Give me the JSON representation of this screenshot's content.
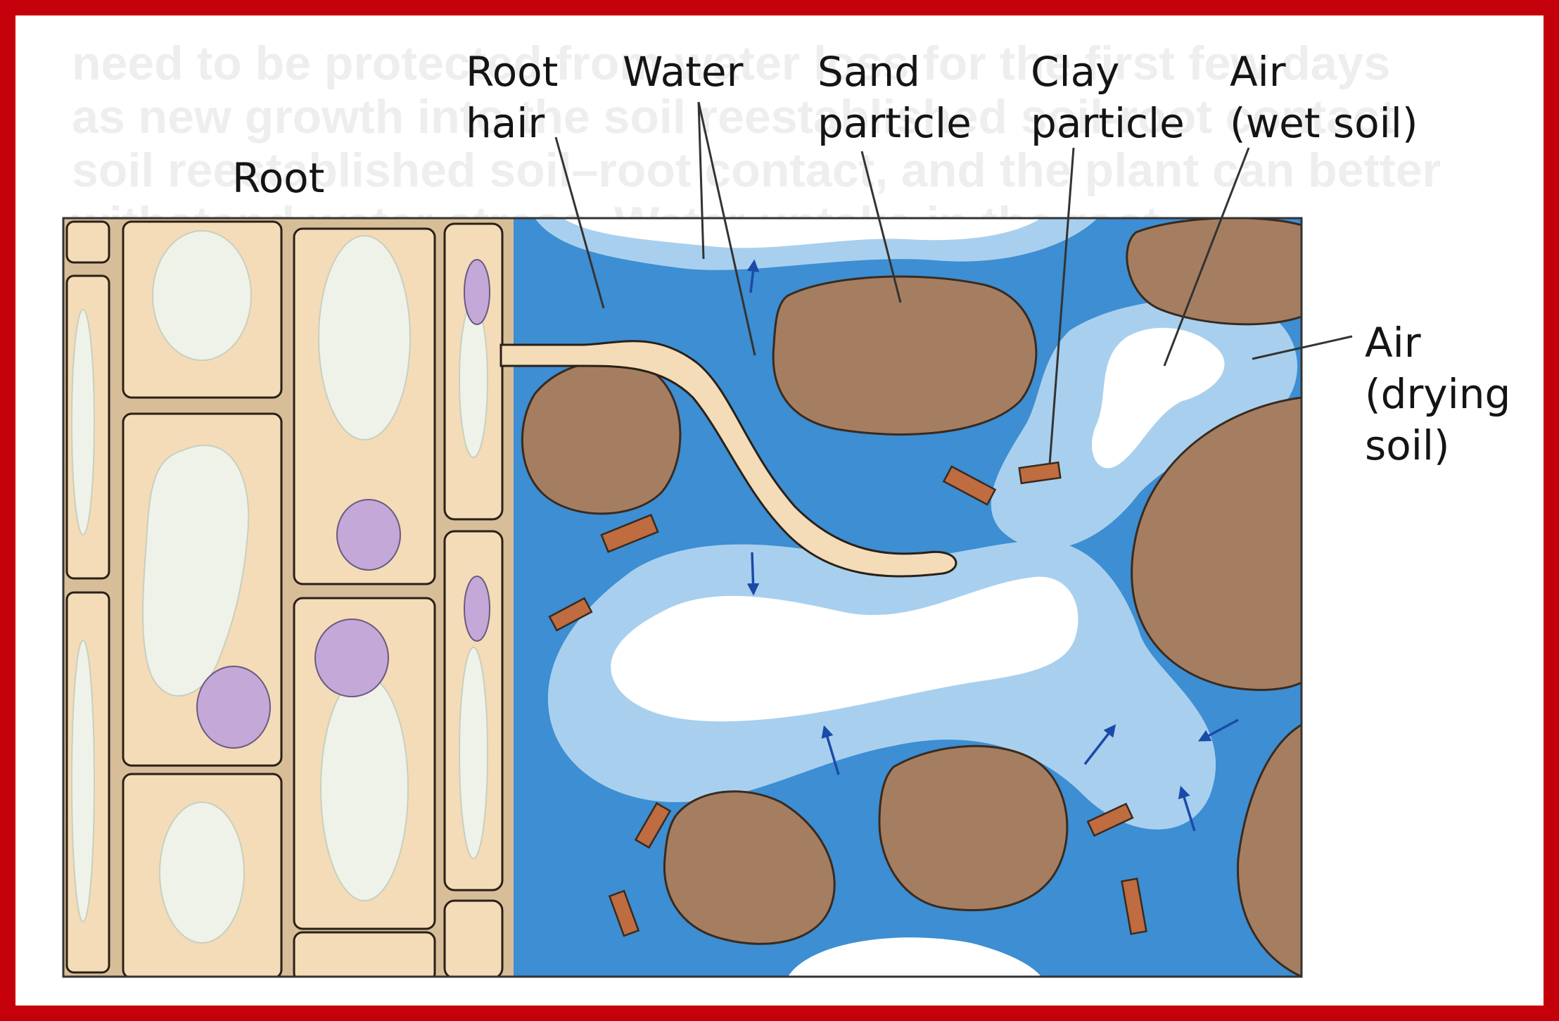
{
  "labels": {
    "root": "Root",
    "root_hair": [
      "Root",
      "hair"
    ],
    "water": "Water",
    "sand_particle": [
      "Sand",
      "particle"
    ],
    "clay_particle": [
      "Clay",
      "particle"
    ],
    "air_wet_soil": [
      "Air",
      "(wet soil)"
    ],
    "air_drying_soil": [
      "Air",
      "(drying",
      "soil)"
    ]
  },
  "colors": {
    "frame_border": "#c4000a",
    "root_wall": "#d8be98",
    "root_cell": "#f4dcb8",
    "vacuole": "#eef2e8",
    "nucleus": "#c4a8d8",
    "water_deep": "#3d8ed2",
    "water_light": "#a8d0ee",
    "air": "#ffffff",
    "sand": "#a57e61",
    "clay": "#be6c40",
    "arrow": "#1a4aa8"
  }
}
